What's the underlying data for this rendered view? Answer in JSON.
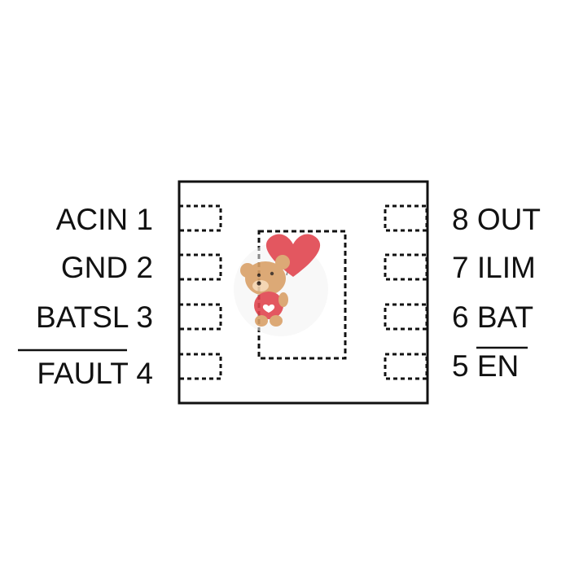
{
  "package": {
    "left_pins": [
      {
        "name": "ACIN",
        "number": "1",
        "overline": false
      },
      {
        "name": "GND",
        "number": "2",
        "overline": false
      },
      {
        "name": "BATSL",
        "number": "3",
        "overline": false
      },
      {
        "name": "FAULT",
        "number": "4",
        "overline": true
      }
    ],
    "right_pins": [
      {
        "number": "8",
        "name": "OUT",
        "overline": false
      },
      {
        "number": "7",
        "name": "ILIM",
        "overline": false
      },
      {
        "number": "6",
        "name": "BAT",
        "overline": false
      },
      {
        "number": "5",
        "name": "EN",
        "overline": true
      }
    ]
  },
  "watermark": {
    "description": "teddy-bear-with-heart-balloon"
  },
  "colors": {
    "outline": "#111111",
    "balloon": "#e0454f",
    "bear": "#d9a068"
  }
}
